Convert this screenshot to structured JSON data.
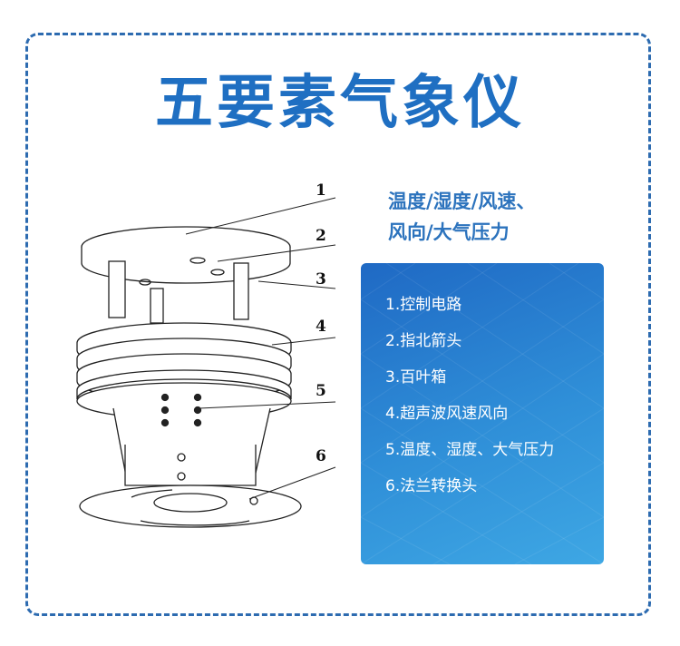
{
  "title": "五要素气象仪",
  "subtitle": {
    "line1": "温度/湿度/风速、",
    "line2": "风向/大气压力"
  },
  "callouts": [
    "1",
    "2",
    "3",
    "4",
    "5",
    "6"
  ],
  "components": [
    "1.控制电路",
    "2.指北箭头",
    "3.百叶箱",
    "4.超声波风速风向",
    "5.温度、湿度、大气压力",
    "6.法兰转换头"
  ],
  "colors": {
    "title": "#1f6fc2",
    "frame_border": "#2d6bb0",
    "panel_start": "#1f69c4",
    "panel_end": "#3ea7e4"
  }
}
